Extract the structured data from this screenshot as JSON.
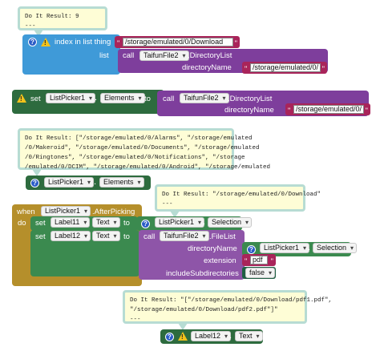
{
  "bubbles": {
    "b1": "Do It Result: 9\n---",
    "b2": "Do It Result: [\"/storage/emulated/0/Alarms\", \"/storage/emulated\n/0/Makeroid\", \"/storage/emulated/0/Documents\", \"/storage/emulated\n/0/Ringtones\", \"/storage/emulated/0/Notifications\", \"/storage\n/emulated/0/DCIM\", \"/storage/emulated/0/Android\", \"/storage/emulated",
    "b3": "Do It Result: \"/storage/emulated/0/Download\"\n---",
    "b4": "Do It Result: \"[\"/storage/emulated/0/Download/pdf1.pdf\",\n\"/storage/emulated/0/Download/pdf2.pdf\"]\"\n---"
  },
  "block1": {
    "label": "index in list  thing",
    "thing_value": "/storage/emulated/0/Download",
    "list_label": "list",
    "call": "call",
    "component": "TaifunFile2",
    "method": ".DirectoryList",
    "param": "directoryName",
    "param_value": "/storage/emulated/0/"
  },
  "block2": {
    "set": "set",
    "component": "ListPicker1",
    "prop": "Elements",
    "to": "to",
    "call": "call",
    "call_component": "TaifunFile2",
    "method": ".DirectoryList",
    "param": "directoryName",
    "param_value": "/storage/emulated/0/"
  },
  "block3": {
    "component": "ListPicker1",
    "prop": "Elements"
  },
  "event": {
    "when": "when",
    "component": "ListPicker1",
    "event_name": ".AfterPicking",
    "do": "do",
    "set1": "set",
    "comp1": "Label11",
    "prop1": "Text",
    "to1": "to",
    "getter_comp": "ListPicker1",
    "getter_prop": "Selection",
    "set2": "set",
    "comp2": "Label12",
    "prop2": "Text",
    "to2": "to",
    "call": "call",
    "call_comp": "TaifunFile2",
    "method": ".FileList",
    "p_dir": "directoryName",
    "p_dir_comp": "ListPicker1",
    "p_dir_prop": "Selection",
    "p_ext": "extension",
    "p_ext_value": "pdf",
    "p_sub": "includeSubdirectories",
    "p_sub_value": "false"
  },
  "block5": {
    "component": "Label12",
    "prop": "Text"
  },
  "icons": {
    "help": "?",
    "warn": "!"
  },
  "colors": {
    "text_block": "#a9245a",
    "list_block": "#3f9ad8",
    "component_block": "#7e3e9c",
    "setter_block": "#2d6b3e",
    "event_block": "#b58f2b",
    "comment_bg": "#fefdd6"
  }
}
